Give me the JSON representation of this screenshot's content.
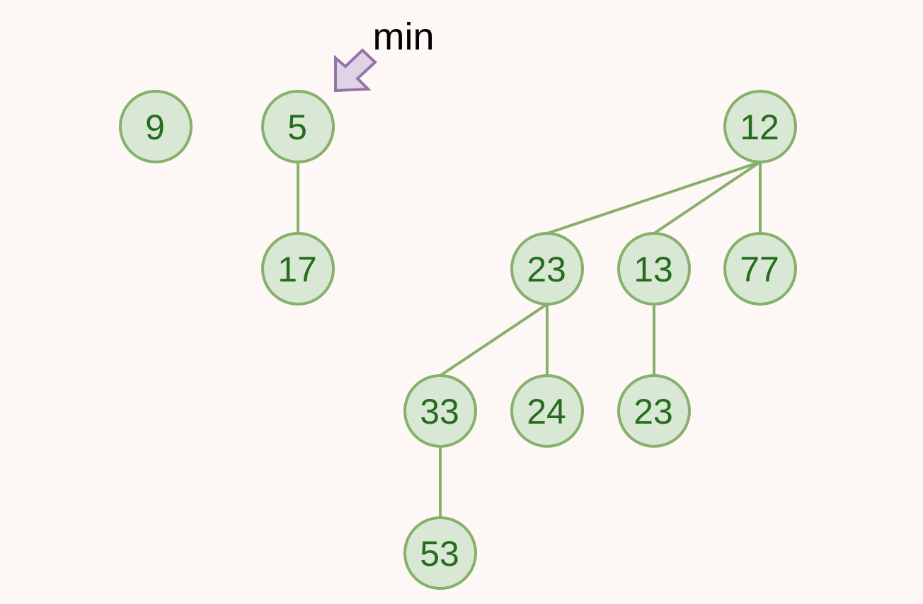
{
  "colors": {
    "background": "#fdf8f5",
    "node_fill": "#d8e8d4",
    "node_stroke": "#86b06b",
    "node_text": "#276b1f",
    "edge": "#88b06a",
    "pointer_fill": "#e0d3e8",
    "pointer_stroke": "#9673a8"
  },
  "pointer": {
    "label": "min",
    "target": "n5"
  },
  "nodes": [
    {
      "id": "n9",
      "label": "9"
    },
    {
      "id": "n5",
      "label": "5"
    },
    {
      "id": "n17",
      "label": "17"
    },
    {
      "id": "n12",
      "label": "12"
    },
    {
      "id": "n23a",
      "label": "23"
    },
    {
      "id": "n13",
      "label": "13"
    },
    {
      "id": "n77",
      "label": "77"
    },
    {
      "id": "n33",
      "label": "33"
    },
    {
      "id": "n24",
      "label": "24"
    },
    {
      "id": "n23b",
      "label": "23"
    },
    {
      "id": "n53",
      "label": "53"
    }
  ],
  "edges": [
    {
      "from": "n5",
      "to": "n17"
    },
    {
      "from": "n12",
      "to": "n23a"
    },
    {
      "from": "n12",
      "to": "n13"
    },
    {
      "from": "n12",
      "to": "n77"
    },
    {
      "from": "n23a",
      "to": "n33"
    },
    {
      "from": "n23a",
      "to": "n24"
    },
    {
      "from": "n13",
      "to": "n23b"
    },
    {
      "from": "n33",
      "to": "n53"
    }
  ]
}
